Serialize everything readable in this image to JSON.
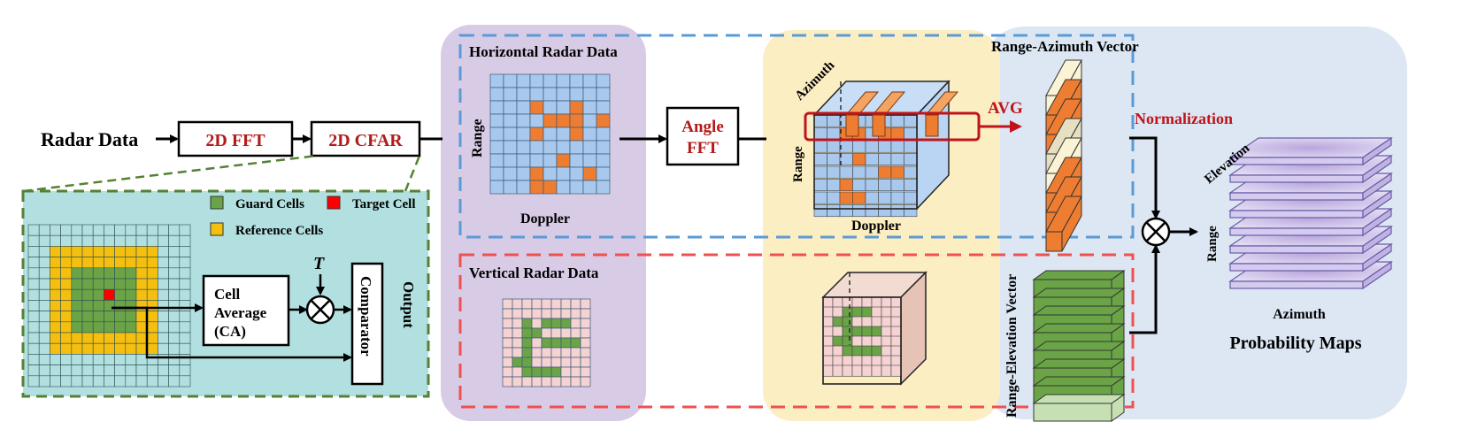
{
  "input_label": "Radar Data",
  "fft_block": "2D FFT",
  "cfar_block": "2D CFAR",
  "cfar_detail": {
    "legend_guard": "Guard Cells",
    "legend_target": "Target Cell",
    "legend_reference": "Reference Cells",
    "cell_average_line1": "Cell",
    "cell_average_line2": "Average",
    "cell_average_line3": "(CA)",
    "threshold_symbol": "T",
    "multiply_symbol": "⊗",
    "comparator": "Comparator",
    "output": "Output"
  },
  "horizontal_branch": {
    "title": "Horizontal Radar Data",
    "axis_range": "Range",
    "axis_doppler": "Doppler",
    "angle_fft_line1": "Angle",
    "angle_fft_line2": "FFT",
    "cube_azimuth": "Azimuth",
    "cube_range": "Range",
    "cube_doppler": "Doppler",
    "avg_label": "AVG",
    "vector_title": "Range-Azimuth Vector"
  },
  "vertical_branch": {
    "title": "Vertical Radar Data",
    "vector_title": "Range-Elevation Vector"
  },
  "normalization": "Normalization",
  "fusion_symbol": "⊗",
  "output_maps": {
    "axis_elevation": "Elevation",
    "axis_range": "Range",
    "axis_azimuth": "Azimuth",
    "title": "Probability Maps"
  },
  "colors": {
    "accent_red": "#b31b1b",
    "cell_blue": "#a8c8ee",
    "cell_orange": "#ee7d32",
    "cell_pink": "#f6d3d3",
    "cell_green": "#6aa446",
    "cfar_bg": "#b2dfdf",
    "guard_green": "#6aa446",
    "reference_yellow": "#f5bf0f",
    "purple_panel": "#d8cbe6",
    "yellow_panel": "#fbeec2",
    "blue_panel": "#dce7f3",
    "map_purple": "#c7bde6"
  },
  "grids": {
    "horizontal_orange_cells": [
      [
        2,
        3
      ],
      [
        2,
        6
      ],
      [
        3,
        4
      ],
      [
        3,
        5
      ],
      [
        3,
        6
      ],
      [
        3,
        8
      ],
      [
        4,
        3
      ],
      [
        4,
        6
      ],
      [
        6,
        5
      ],
      [
        7,
        3
      ],
      [
        7,
        7
      ],
      [
        8,
        3
      ],
      [
        8,
        4
      ]
    ],
    "vertical_green_cells": [
      [
        2,
        2
      ],
      [
        2,
        4
      ],
      [
        2,
        5
      ],
      [
        2,
        6
      ],
      [
        3,
        2
      ],
      [
        3,
        3
      ],
      [
        4,
        2
      ],
      [
        4,
        4
      ],
      [
        4,
        5
      ],
      [
        4,
        6
      ],
      [
        4,
        7
      ],
      [
        5,
        2
      ],
      [
        6,
        1
      ],
      [
        6,
        2
      ],
      [
        7,
        2
      ],
      [
        7,
        3
      ],
      [
        7,
        4
      ],
      [
        7,
        5
      ]
    ],
    "cube_orange_front_cells": [
      [
        1,
        2
      ],
      [
        1,
        3
      ],
      [
        1,
        5
      ],
      [
        1,
        6
      ],
      [
        3,
        3
      ],
      [
        4,
        5
      ],
      [
        4,
        6
      ],
      [
        5,
        2
      ],
      [
        6,
        2
      ],
      [
        6,
        3
      ]
    ],
    "cube_green_front_cells": [
      [
        1,
        2
      ],
      [
        1,
        3
      ],
      [
        1,
        4
      ],
      [
        2,
        1
      ],
      [
        2,
        2
      ],
      [
        3,
        2
      ],
      [
        3,
        3
      ],
      [
        3,
        4
      ],
      [
        3,
        5
      ],
      [
        4,
        1
      ],
      [
        4,
        2
      ],
      [
        5,
        2
      ],
      [
        5,
        3
      ],
      [
        5,
        4
      ],
      [
        5,
        5
      ]
    ],
    "ra_vector_colors": [
      "#fbf3d5",
      "#ee7d32",
      "#ee7d32",
      "#e6dfc2",
      "#fbf3d5",
      "#ee7d32",
      "#ee7d32",
      "#ee7d32"
    ],
    "re_vector_colors": [
      "#6aa446",
      "#6aa446",
      "#6aa446",
      "#6aa446",
      "#6aa446",
      "#6aa446",
      "#6aa446",
      "#c6e0b4"
    ]
  }
}
